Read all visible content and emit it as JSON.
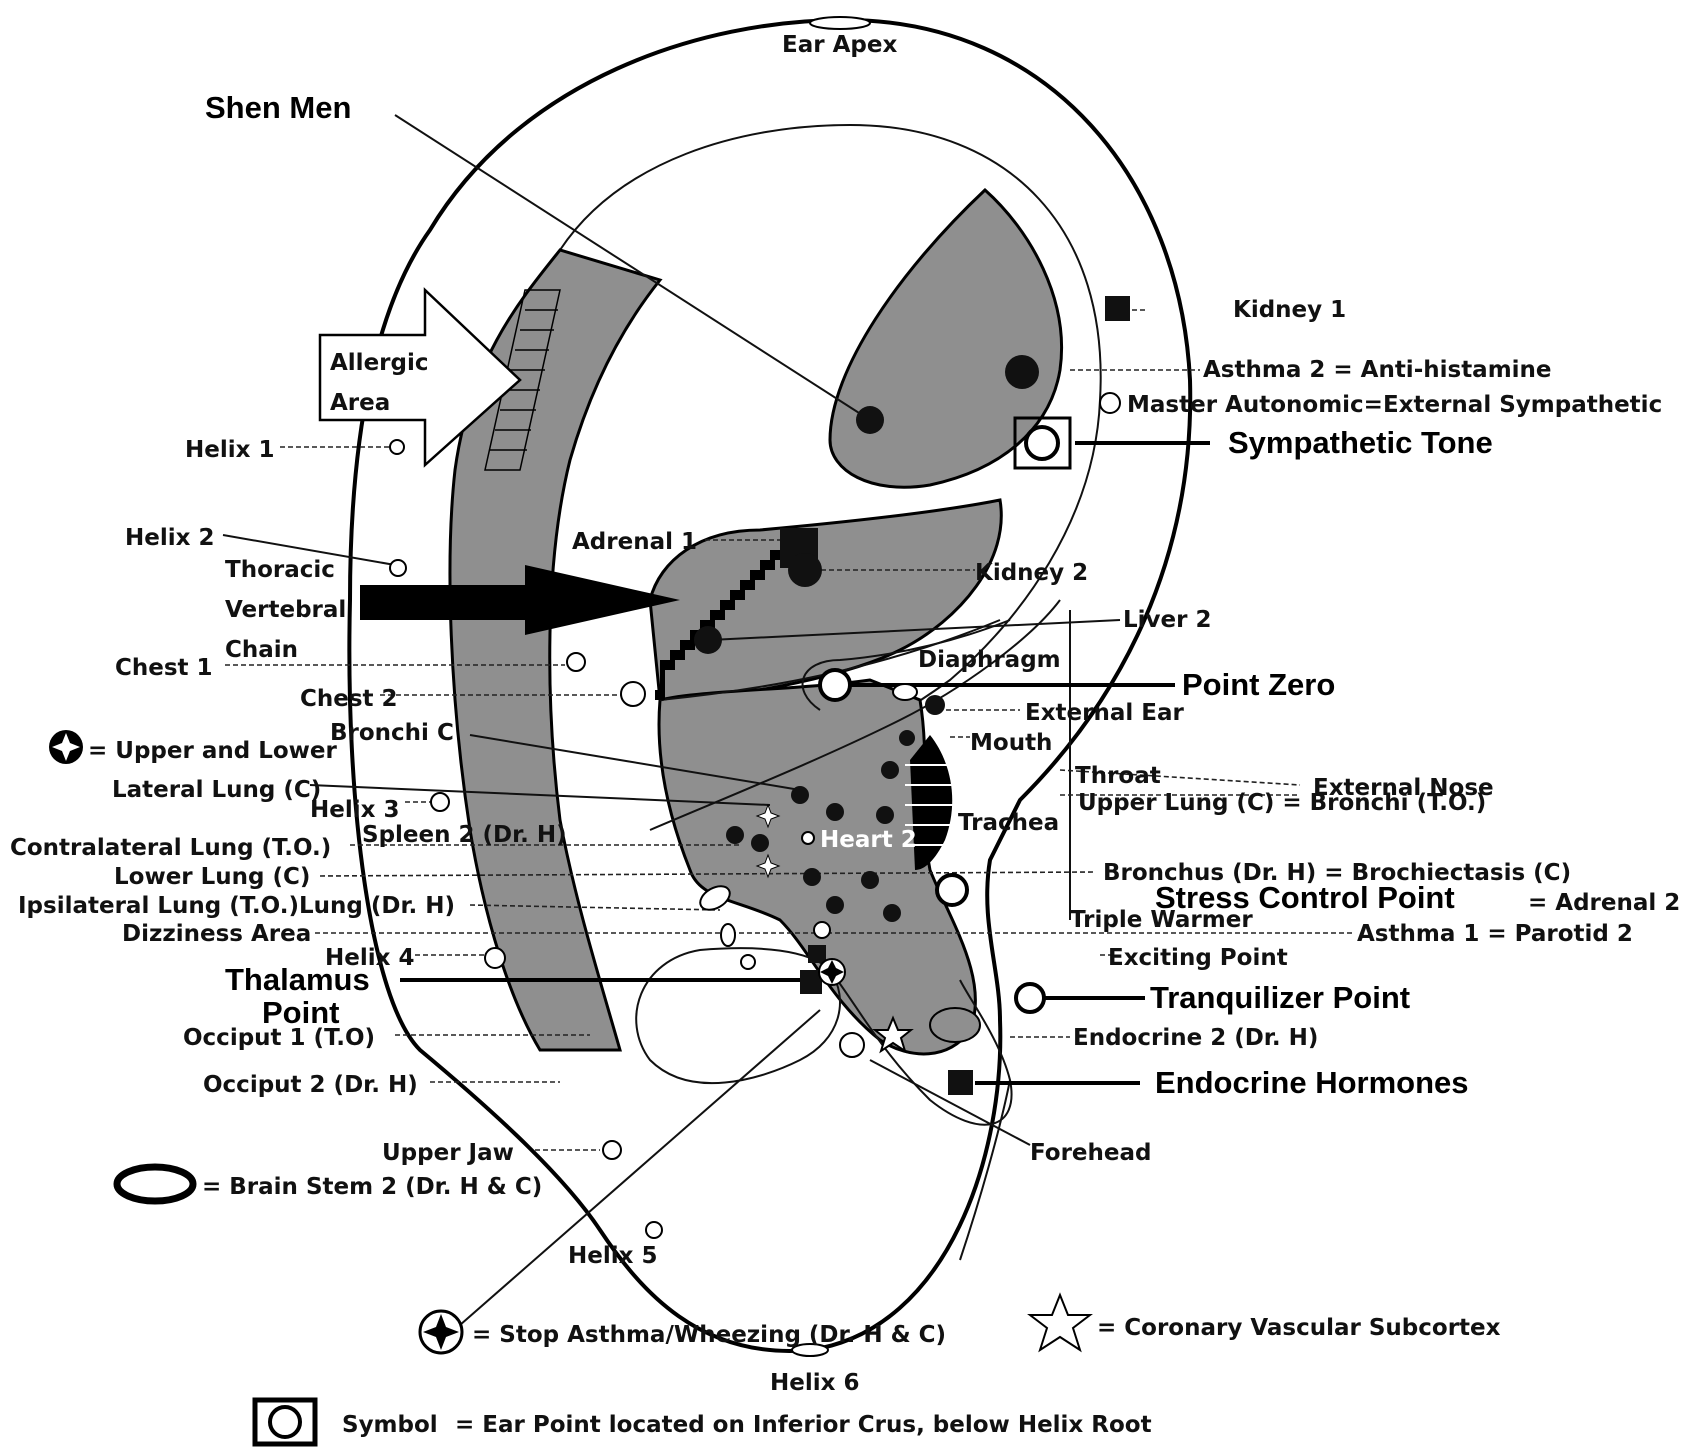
{
  "labels": {
    "ear_apex": "Ear Apex",
    "shen_men": "Shen  Men",
    "kidney_1": "Kidney 1",
    "asthma_2": "Asthma 2 = Anti-histamine",
    "master_autonomic": "Master Autonomic=External Sympathetic",
    "sympathetic_tone": "Sympathetic  Tone",
    "allergic_area_1": "Allergic",
    "allergic_area_2": "Area",
    "helix_1": "Helix 1",
    "helix_2": "Helix 2",
    "thoracic": "Thoracic",
    "vertebral": "Vertebral",
    "chain": "Chain",
    "adrenal_1": "Adrenal 1",
    "kidney_2": "Kidney 2",
    "liver_2": "Liver 2",
    "chest_1": "Chest 1",
    "chest_2": "Chest 2",
    "diaphragm": "Diaphragm",
    "point_zero": "Point  Zero",
    "external_ear": "External Ear",
    "bronchi_c": "Bronchi C",
    "mouth": "Mouth",
    "upper_lower": "= Upper and Lower",
    "lateral_lung": "Lateral Lung (C)",
    "helix_3": "Helix 3",
    "throat": "Throat",
    "external_nose": "External Nose",
    "upper_lung": "Upper Lung (C) = Bronchi (T.O.)",
    "trachea": "Trachea",
    "spleen_2": "Spleen 2 (Dr. H)",
    "contralateral_lung": "Contralateral Lung (T.O.)",
    "heart_2": "Heart 2",
    "lower_lung": "Lower Lung (C)",
    "bronchus": "Bronchus (Dr. H) = Brochiectasis (C)",
    "ipsilateral_lung": "Ipsilateral Lung (T.O.)Lung (Dr. H)",
    "stress_control": "Stress  Control   Point",
    "adrenal_2": "= Adrenal 2",
    "dizziness": "Dizziness Area",
    "triple_warmer": "Triple Warmer",
    "asthma_1": "Asthma 1 = Parotid 2",
    "helix_4": "Helix 4",
    "exciting_point": "Exciting Point",
    "thalamus_1": "Thalamus",
    "thalamus_2": "Point",
    "tranquilizer": "Tranquilizer   Point",
    "occiput_1": "Occiput 1 (T.O)",
    "endocrine_2": "Endocrine 2 (Dr. H)",
    "occiput_2": "Occiput 2 (Dr. H)",
    "endocrine_hormones": "Endocrine  Hormones",
    "upper_jaw": "Upper Jaw",
    "forehead": "Forehead",
    "brain_stem": "= Brain Stem 2 (Dr. H & C)",
    "helix_5": "Helix 5",
    "stop_asthma": "= Stop Asthma/Wheezing (Dr. H & C)",
    "coronary": "= Coronary Vascular Subcortex",
    "helix_6": "Helix 6",
    "symbol_word": "Symbol",
    "symbol_def": "=   Ear Point located on Inferior Crus,  below Helix Root"
  },
  "colors": {
    "shading": "#8f8f8f",
    "ink": "#000000",
    "background": "#ffffff"
  },
  "icons": [
    "ear-outline",
    "arrow-right",
    "four-point-star",
    "open-star",
    "square-circle-symbol",
    "brain-stem-ellipse"
  ]
}
